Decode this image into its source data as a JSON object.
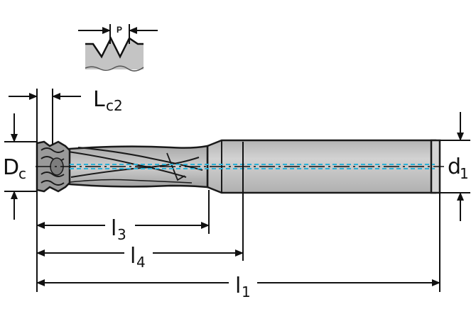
{
  "labels": {
    "pitch": "P",
    "lc2_main": "L",
    "lc2_sub": "c2",
    "dc_main": "D",
    "dc_sub": "c",
    "d1_main": "d",
    "d1_sub": "1",
    "l3_main": "l",
    "l3_sub": "3",
    "l4_main": "l",
    "l4_sub": "4",
    "l1_main": "l",
    "l1_sub": "1"
  },
  "colors": {
    "outline": "#1a1a1a",
    "shank_fill": "#c8c8c8",
    "flute_fill": "#bdbdbd",
    "coolant_line": "#2ab0d6"
  }
}
